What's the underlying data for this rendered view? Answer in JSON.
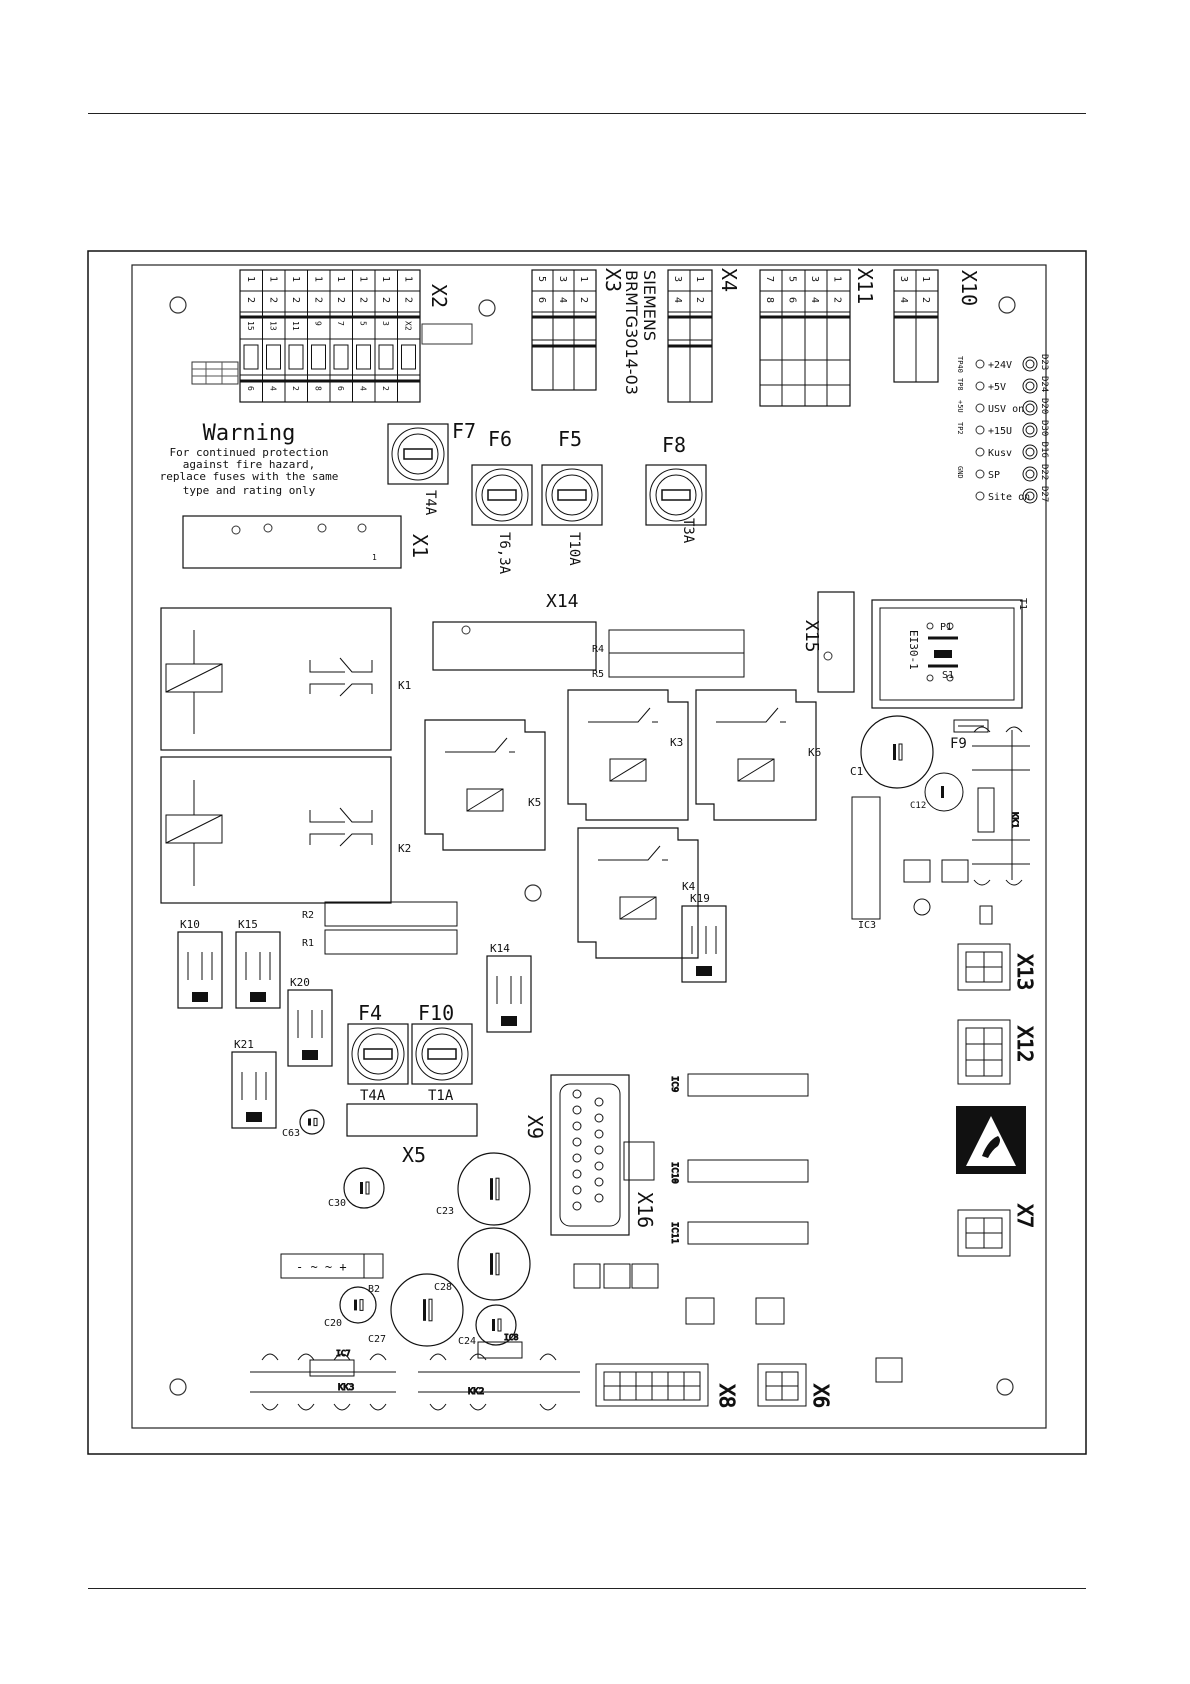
{
  "board": {
    "manufacturer": "SIEMENS",
    "part_number": "BRMTG3014-03"
  },
  "warning": {
    "title": "Warning",
    "line1": "For continued protection",
    "line2": "against fire hazard,",
    "line3": "replace fuses with the same",
    "line4": "type and rating only"
  },
  "connectors": {
    "x2": "X2",
    "x3": "X3",
    "x4": "X4",
    "x11": "X11",
    "x10": "X10",
    "x1": "X1",
    "x14": "X14",
    "x15": "X15",
    "x13": "X13",
    "x12": "X12",
    "x7": "X7",
    "x9": "X9",
    "x16": "X16",
    "x5": "X5",
    "x8": "X8",
    "x6": "X6"
  },
  "fuses": [
    {
      "name": "F7",
      "rating": "T4A"
    },
    {
      "name": "F6",
      "rating": "T6,3A"
    },
    {
      "name": "F5",
      "rating": "T10A"
    },
    {
      "name": "F8",
      "rating": "T3A"
    },
    {
      "name": "F4",
      "rating": "T4A"
    },
    {
      "name": "F10",
      "rating": "T1A"
    },
    {
      "name": "F9",
      "rating": ""
    }
  ],
  "relays": {
    "k1": "K1",
    "k2": "K2",
    "k3": "K3",
    "k4": "K4",
    "k5": "K5",
    "k6": "K6",
    "k10": "K10",
    "k14": "K14",
    "k15": "K15",
    "k19": "K19",
    "k20": "K20",
    "k21": "K21"
  },
  "resistors": {
    "r1": "R1",
    "r2": "R2",
    "r4": "R4",
    "r5": "R5"
  },
  "capacitors": {
    "c1": "C1",
    "c12": "C12",
    "c23": "C23",
    "c28": "C28",
    "c27": "C27",
    "c24": "C24",
    "c20": "C20",
    "c30": "C30",
    "c63": "C63"
  },
  "ics": {
    "ic3": "IC3",
    "ic9": "IC9",
    "ic10": "IC10",
    "ic11": "IC11",
    "ic7": "IC7",
    "ic8": "IC8"
  },
  "heatsinks": {
    "kk1": "KK1",
    "kk2": "KK2",
    "kk3": "KK3"
  },
  "bridge": {
    "label": "B2",
    "pins": "-  ~  ~  +"
  },
  "transformer": {
    "name": "T1",
    "type": "EI30-1",
    "p1": "P1",
    "s1": "S1"
  },
  "leds": [
    {
      "tp": "TP40",
      "label": "+24V",
      "led": "D23"
    },
    {
      "tp": "TP8",
      "label": "+5V",
      "led": "D24"
    },
    {
      "tp": "+5U",
      "label": "USV on",
      "led": "D20"
    },
    {
      "tp": "TP2",
      "label": "+15U",
      "led": "D30 D16"
    },
    {
      "tp": "",
      "label": "Kusv",
      "led": ""
    },
    {
      "tp": "GND",
      "label": "SP",
      "led": "D22"
    },
    {
      "tp": "",
      "label": "Site on",
      "led": "D27"
    }
  ],
  "x2_top_pins": [
    "1",
    "1",
    "1",
    "1",
    "1",
    "1",
    "1",
    "1"
  ],
  "x2_bottom_pins": [
    "2",
    "2",
    "2",
    "2",
    "2",
    "2",
    "2",
    "2"
  ],
  "x2_odd": [
    "15",
    "13",
    "11",
    "9",
    "7",
    "5",
    "3",
    "X2"
  ],
  "x2_even": [
    "6",
    "4",
    "2",
    "8",
    "6",
    "4",
    "2",
    ""
  ],
  "x3_pins": [
    "5",
    "3",
    "1",
    "6",
    "4",
    "2"
  ],
  "x4_pins": [
    "3",
    "1",
    "4",
    "2"
  ],
  "x11_pins": [
    "7",
    "5",
    "3",
    "1",
    "8",
    "6",
    "4",
    "2"
  ],
  "x10_pins": [
    "3",
    "1",
    "4",
    "2"
  ],
  "x1_pin": "1"
}
